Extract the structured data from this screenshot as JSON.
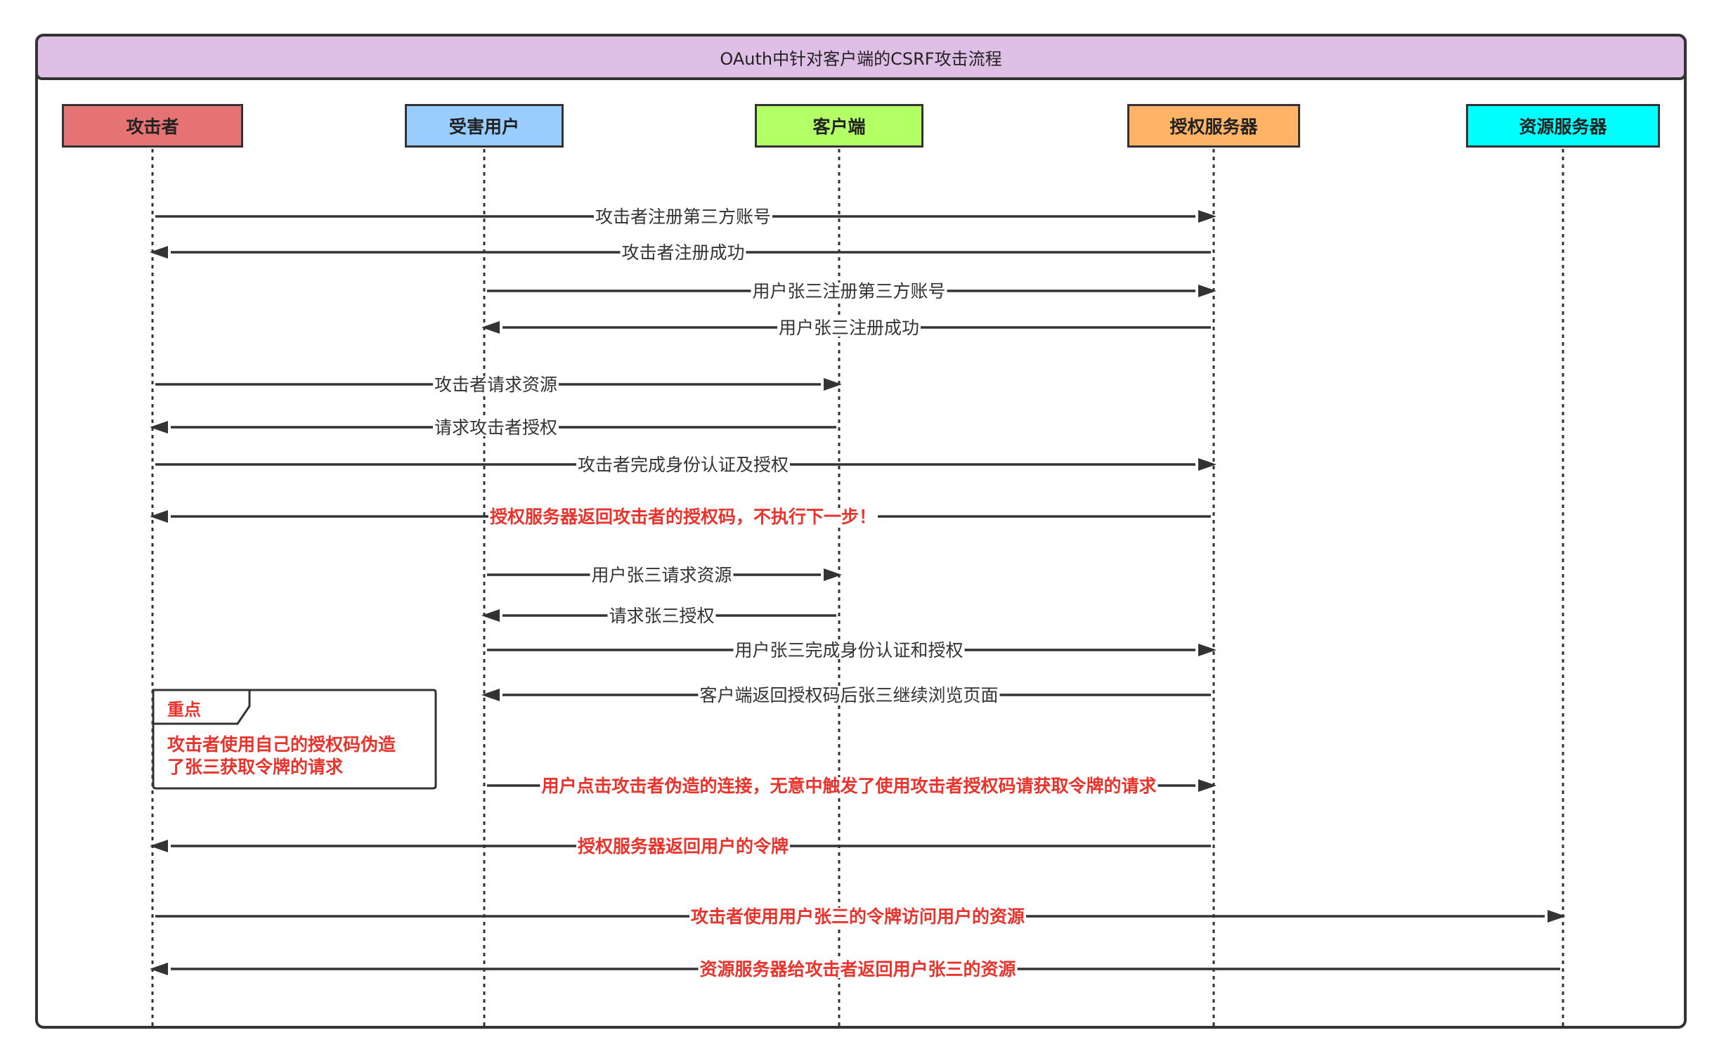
{
  "title": "OAuth中针对客户端的CSRF攻击流程",
  "participants": [
    {
      "id": "attacker",
      "label": "攻击者",
      "color": "#e57373"
    },
    {
      "id": "victim",
      "label": "受害用户",
      "color": "#99ccff"
    },
    {
      "id": "client",
      "label": "客户端",
      "color": "#b3ff66"
    },
    {
      "id": "auth",
      "label": "授权服务器",
      "color": "#ffb366"
    },
    {
      "id": "resource",
      "label": "资源服务器",
      "color": "#00ffff"
    }
  ],
  "messages": [
    {
      "from": "attacker",
      "to": "auth",
      "text": "攻击者注册第三方账号",
      "highlight": false
    },
    {
      "from": "auth",
      "to": "attacker",
      "text": "攻击者注册成功",
      "highlight": false
    },
    {
      "from": "victim",
      "to": "auth",
      "text": "用户张三注册第三方账号",
      "highlight": false
    },
    {
      "from": "auth",
      "to": "victim",
      "text": "用户张三注册成功",
      "highlight": false
    },
    {
      "from": "attacker",
      "to": "client",
      "text": "攻击者请求资源",
      "highlight": false
    },
    {
      "from": "client",
      "to": "attacker",
      "text": "请求攻击者授权",
      "highlight": false
    },
    {
      "from": "attacker",
      "to": "auth",
      "text": "攻击者完成身份认证及授权",
      "highlight": false
    },
    {
      "from": "auth",
      "to": "attacker",
      "text": "授权服务器返回攻击者的授权码，不执行下一步！",
      "highlight": true
    },
    {
      "from": "victim",
      "to": "client",
      "text": "用户张三请求资源",
      "highlight": false
    },
    {
      "from": "client",
      "to": "victim",
      "text": "请求张三授权",
      "highlight": false
    },
    {
      "from": "victim",
      "to": "auth",
      "text": "用户张三完成身份认证和授权",
      "highlight": false
    },
    {
      "from": "auth",
      "to": "victim",
      "text": "客户端返回授权码后张三继续浏览页面",
      "highlight": false
    },
    {
      "from": "victim",
      "to": "auth",
      "text": "用户点击攻击者伪造的连接，无意中触发了使用攻击者授权码请获取令牌的请求",
      "highlight": true
    },
    {
      "from": "auth",
      "to": "attacker",
      "text": "授权服务器返回用户的令牌",
      "highlight": true
    },
    {
      "from": "attacker",
      "to": "resource",
      "text": "攻击者使用用户张三的令牌访问用户的资源",
      "highlight": true
    },
    {
      "from": "resource",
      "to": "attacker",
      "text": "资源服务器给攻击者返回用户张三的资源",
      "highlight": true
    }
  ],
  "note": {
    "tag": "重点",
    "lines": [
      "攻击者使用自己的授权码伪造",
      "了张三获取令牌的请求"
    ]
  },
  "colors": {
    "line": "#333333",
    "text": "#333333",
    "highlight": "#e8342c",
    "title_bg": "#e0bfe6"
  }
}
